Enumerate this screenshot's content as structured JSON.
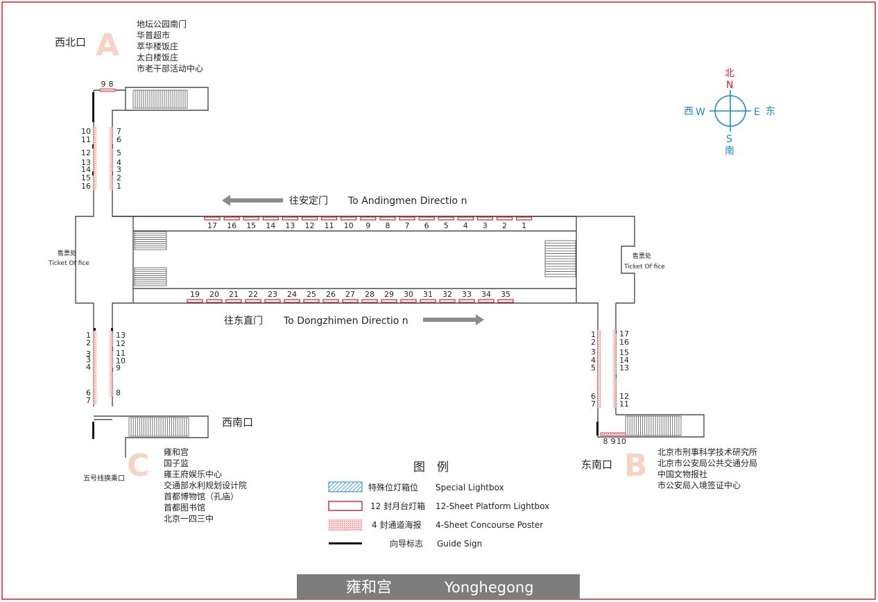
{
  "station": {
    "name_cn": "雍和宫",
    "name_en": "Yonghegong"
  },
  "colors": {
    "frame": "#d11f2a",
    "wall": "#4a4a4a",
    "platform_lightbox": "#d11f2a",
    "concourse_poster": "#f5b8b8",
    "exit_letter": "#f6d3c2",
    "compass": "#1b8bd1",
    "compass_north": "#d11f2a",
    "arrow": "#8a8a8a",
    "footer_bg": "#7d7d7d"
  },
  "exits": {
    "A": {
      "letter": "A",
      "name": "西北口",
      "landmarks": [
        "地坛公园南门",
        "华普超市",
        "萃华楼饭庄",
        "太白楼饭庄",
        "市老干部活动中心"
      ]
    },
    "B": {
      "letter": "B",
      "name": "东南口",
      "landmarks": [
        "北京市刑事科学技术研究所",
        "北京市公安局公共交通分局",
        "中国文物报社",
        "市公安局入境签证中心"
      ]
    },
    "C": {
      "letter": "C",
      "name": "西南口",
      "landmarks": [
        "雍和宫",
        "国子监",
        "雍王府娱乐中心",
        "交通部水利规划设计院",
        "首都博物馆（孔庙）",
        "首都图书馆",
        "北京一四三中"
      ],
      "transfer": "五号线换乘口"
    }
  },
  "ticket_office": {
    "cn": "售票处",
    "en": "Ticket Of fice"
  },
  "directions": {
    "west": {
      "cn": "往安定门",
      "en": "To Andingmen Directio n"
    },
    "east": {
      "cn": "往东直门",
      "en": "To Dongzhimen Directio n"
    }
  },
  "compass": {
    "north_cn": "北",
    "north_en": "N",
    "south_cn": "南",
    "south_en": "S",
    "west_cn": "西",
    "west_en": "W",
    "east_cn": "东",
    "east_en": "E",
    "icon": "compass-icon"
  },
  "platform": {
    "north_lightboxes": [
      "17",
      "16",
      "15",
      "14",
      "13",
      "12",
      "11",
      "10",
      "9",
      "8",
      "7",
      "6",
      "5",
      "4",
      "3",
      "2",
      "1"
    ],
    "south_lightboxes": [
      "19",
      "20",
      "21",
      "22",
      "23",
      "24",
      "25",
      "26",
      "27",
      "28",
      "29",
      "30",
      "31",
      "32",
      "33",
      "34",
      "35"
    ]
  },
  "corridors": {
    "nw_top": [
      "9",
      "8"
    ],
    "nw_left": [
      "10",
      "11",
      "12",
      "13",
      "14",
      "15",
      "16"
    ],
    "nw_right": [
      "7",
      "6",
      "5",
      "4",
      "3",
      "2",
      "1"
    ],
    "sw_left": [
      "1",
      "2",
      "3",
      "3",
      "4",
      "6",
      "7"
    ],
    "sw_right": [
      "13",
      "12",
      "11",
      "10",
      "9",
      "8"
    ],
    "se_left": [
      "1",
      "2",
      "3",
      "4",
      "5",
      "6",
      "7"
    ],
    "se_right": [
      "17",
      "16",
      "15",
      "14",
      "13",
      "12",
      "11"
    ],
    "se_bottom": [
      "8",
      "9",
      "10"
    ]
  },
  "legend": {
    "title": "图　例",
    "items": [
      {
        "cn": "特殊位灯箱位",
        "en": "Special Lightbox",
        "icon": "special-lightbox-swatch"
      },
      {
        "cn": "12 封月台灯箱",
        "en": "12-Sheet Platform Lightbox",
        "icon": "platform-lightbox-swatch"
      },
      {
        "cn": "4 封通道海报",
        "en": "4-Sheet  Concourse Poster",
        "icon": "concourse-poster-swatch"
      },
      {
        "cn": "向导标志",
        "en": "Guide Sign",
        "icon": "guide-sign-swatch"
      }
    ]
  }
}
